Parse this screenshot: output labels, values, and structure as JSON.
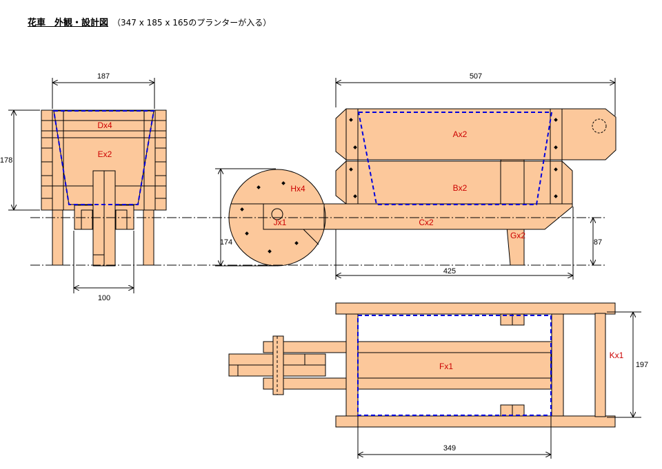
{
  "title": {
    "main": "花車　外観・設計図",
    "sub": "（347 x 185 x 165のプランターが入る）"
  },
  "dimensions": {
    "front_width": "187",
    "front_height": "178",
    "front_wheel_span": "100",
    "side_length": "507",
    "wheel_diameter": "174",
    "axle_height": "87",
    "side_base_length": "425",
    "top_inner_length": "349",
    "top_width": "197"
  },
  "parts": {
    "a": "Ax2",
    "b": "Bx2",
    "c": "Cx2",
    "d": "Dx4",
    "e": "Ex2",
    "f": "Fx1",
    "g": "Gx2",
    "h": "Hx4",
    "j": "Jx1",
    "k": "Kx1"
  },
  "colors": {
    "wood": "#FCC89B",
    "planter_outline": "#0000DD",
    "part_label": "#CC0000"
  }
}
